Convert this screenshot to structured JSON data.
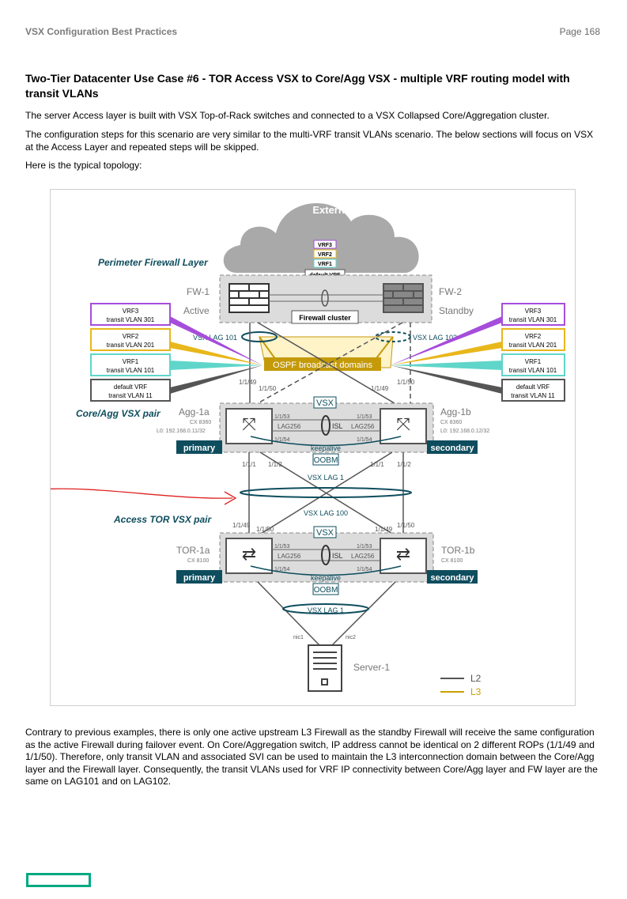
{
  "header": {
    "left": "VSX Configuration Best Practices",
    "right": "Page 168"
  },
  "title": "Two-Tier Datacenter Use Case #6 - TOR Access VSX to Core/Agg VSX - multiple VRF routing model with transit VLANs",
  "paragraphs": {
    "p1": "The server Access layer is built with VSX Top-of-Rack switches and connected to a VSX Collapsed Core/Aggregation cluster.",
    "p2": "The configuration steps for this scenario are very similar to the multi-VRF transit VLANs scenario. The below sections will focus on VSX at the Access Layer and repeated steps will be skipped.",
    "p3": "Here is the typical topology:",
    "p4": "Contrary to previous examples, there is only one active upstream L3 Firewall as the standby Firewall will receive the same configuration as the active Firewall during failover event. On Core/Aggregation switch, IP address cannot be identical on 2 different ROPs (1/1/49 and 1/1/50). Therefore, only transit VLAN and associated SVI can be used to maintain the L3 interconnection domain between the Core/Agg layer and the Firewall layer. Consequently, the transit VLANs used for VRF IP connectivity between Core/Agg layer and FW layer are the same on LAG101 and on LAG102."
  },
  "diagram": {
    "external": "External",
    "vrf_stack": [
      "VRF3",
      "VRF2",
      "VRF1",
      "default VRF"
    ],
    "layers": {
      "perimeter": "Perimeter Firewall Layer",
      "core": "Core/Agg VSX pair",
      "access": "Access TOR VSX pair"
    },
    "fw1": {
      "name": "FW-1",
      "state": "Active"
    },
    "fw2": {
      "name": "FW-2",
      "state": "Standby"
    },
    "fw_cluster": "Firewall cluster",
    "vsx_lag_101": "VSX LAG 101",
    "vsx_lag_102": "VSX LAG 102",
    "ospf": "OSPF broadcast domains",
    "left_vrfs": [
      {
        "vrf": "VRF3",
        "vlan": "transit VLAN 301",
        "color": "#a64ddb"
      },
      {
        "vrf": "VRF2",
        "vlan": "transit VLAN 201",
        "color": "#e8b71a"
      },
      {
        "vrf": "VRF1",
        "vlan": "transit VLAN 101",
        "color": "#5fd6c9"
      },
      {
        "vrf": "default VRF",
        "vlan": "transit VLAN 11",
        "color": "#555555"
      }
    ],
    "right_vrfs": [
      {
        "vrf": "VRF3",
        "vlan": "transit VLAN 301",
        "color": "#a64ddb"
      },
      {
        "vrf": "VRF2",
        "vlan": "transit VLAN 201",
        "color": "#e8b71a"
      },
      {
        "vrf": "VRF1",
        "vlan": "transit VLAN 101",
        "color": "#5fd6c9"
      },
      {
        "vrf": "default VRF",
        "vlan": "transit VLAN 11",
        "color": "#555555"
      }
    ],
    "agg1a": {
      "name": "Agg-1a",
      "model": "CX 8360",
      "lo": "L0: 192.168.0.11/32",
      "role": "primary"
    },
    "agg1b": {
      "name": "Agg-1b",
      "model": "CX 8360",
      "lo": "L0: 192.168.0.12/32",
      "role": "secondary"
    },
    "tor1a": {
      "name": "TOR-1a",
      "model": "CX 8100",
      "role": "primary"
    },
    "tor1b": {
      "name": "TOR-1b",
      "model": "CX 8100",
      "role": "secondary"
    },
    "vsx": "VSX",
    "isl": "ISL",
    "lag256": "LAG256",
    "keepalive": "keepalive",
    "oobm": "OOBM",
    "ports": {
      "p149": "1/1/49",
      "p150": "1/1/50",
      "p153": "1/1/53",
      "p154": "1/1/54",
      "p11": "1/1/1",
      "p12": "1/1/2"
    },
    "vsx_lag_1": "VSX LAG 1",
    "vsx_lag_100": "VSX LAG 100",
    "server": "Server-1",
    "nic1": "nic1",
    "nic2": "nic2",
    "legend": [
      {
        "label": "L2",
        "color": "#555555"
      },
      {
        "label": "L3",
        "color": "#c9a000"
      }
    ],
    "colors": {
      "teal": "#0e4d5e",
      "gold": "#c49a0a",
      "cloud": "#a9a9a9",
      "box": "#dcdcdc"
    }
  }
}
